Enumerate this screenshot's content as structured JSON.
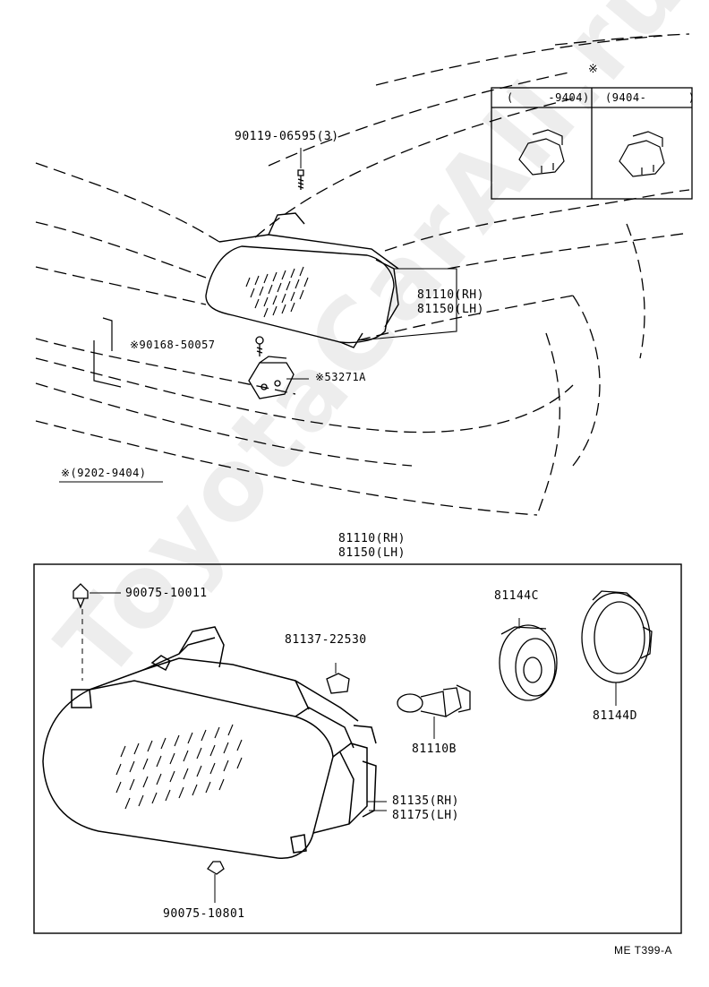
{
  "callouts": {
    "bolt_top": "90119-06595(3)",
    "headlamp_assy_rh": "81110(RH)",
    "headlamp_assy_lh": "81150(LH)",
    "screw_mid": "※90168-50057",
    "bracket": "※53271A",
    "date_note": "※(9202-9404)"
  },
  "inset": {
    "mark": "※",
    "col_left": "(     -9404)",
    "col_right": "(9404-      )"
  },
  "detail": {
    "assy_rh": "81110(RH)",
    "assy_lh": "81150(LH)",
    "clip_top": "90075-10011",
    "retainer": "81137-22530",
    "socket": "81144C",
    "bulb": "81110B",
    "ring": "81144D",
    "housing_rh": "81135(RH)",
    "housing_lh": "81175(LH)",
    "clip_bottom": "90075-10801"
  },
  "footer": {
    "figure_code": "ME T399-A"
  },
  "watermark": {
    "text": "ToyotaCarAll.ru"
  }
}
